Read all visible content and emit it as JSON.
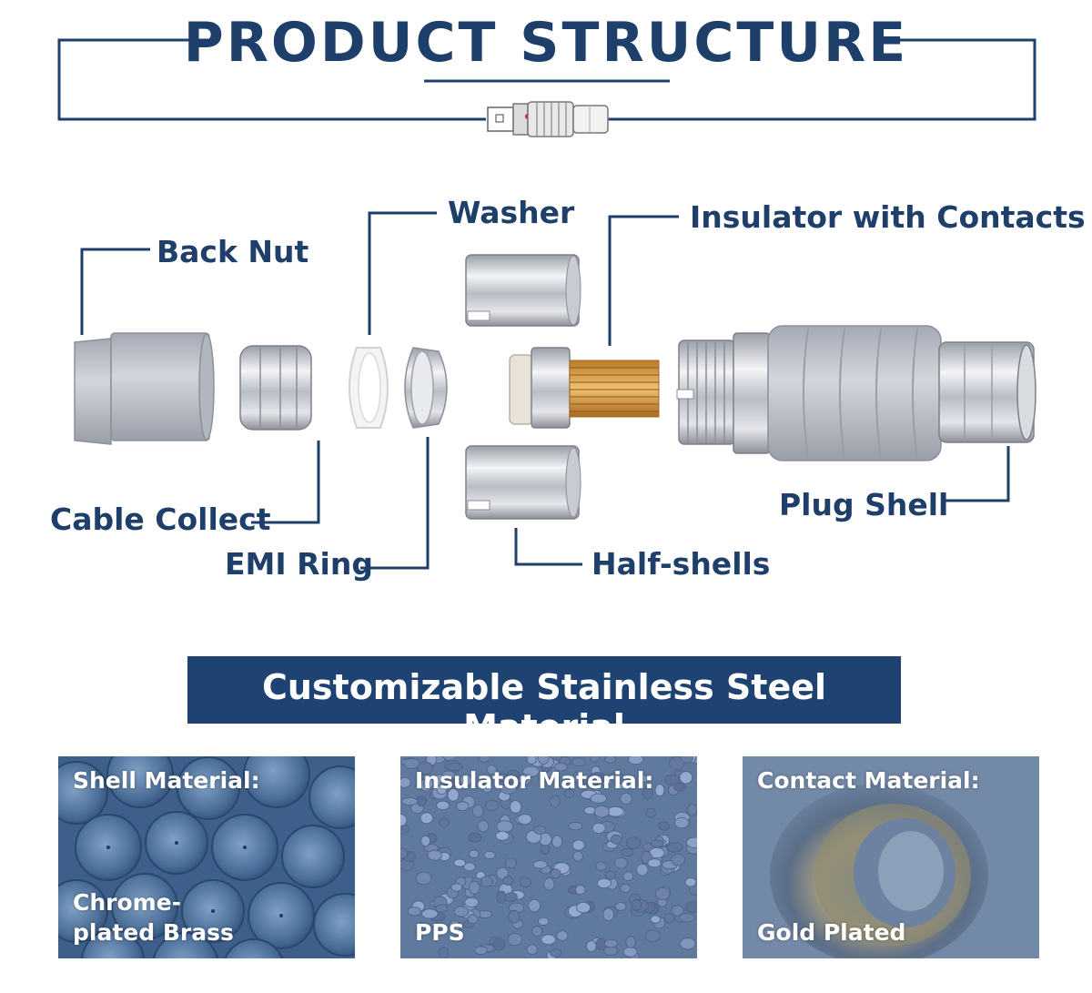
{
  "header": {
    "title": "PRODUCT STRUCTURE"
  },
  "parts": {
    "back_nut": "Back Nut",
    "washer": "Washer",
    "insulator_with_contacts": "Insulator with Contacts",
    "cable_collect": "Cable Collect",
    "emi_ring": "EMI Ring",
    "half_shells": "Half-shells",
    "plug_shell": "Plug Shell"
  },
  "banner": {
    "text": "Customizable Stainless Steel Material"
  },
  "materials": [
    {
      "title": "Shell Material:",
      "value": "Chrome-\nplated Brass"
    },
    {
      "title": "Insulator Material:",
      "value": "PPS"
    },
    {
      "title": "Contact  Material:",
      "value": "Gold Plated"
    }
  ],
  "colors": {
    "navy": "#1f3f6b",
    "banner": "#1e4272"
  }
}
